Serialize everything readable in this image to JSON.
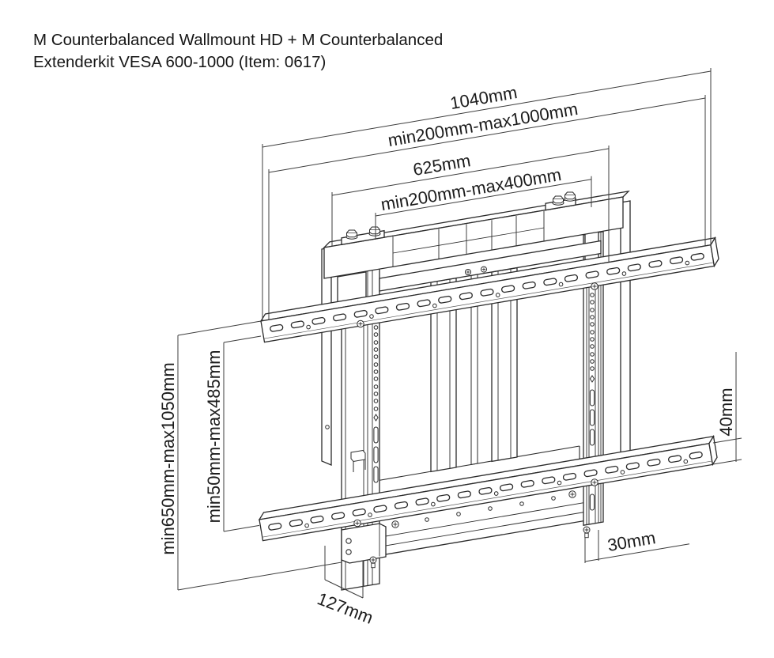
{
  "title": {
    "line1": "M Counterbalanced Wallmount HD + M Counterbalanced",
    "line2": "Extenderkit VESA 600-1000 (Item: 0617)"
  },
  "dimensions": {
    "total_width": "1040mm",
    "wall_hole_width_range": "min200mm-max1000mm",
    "bracket_width": "625mm",
    "inner_width_range": "min200mm-max400mm",
    "mount_height_range": "min650mm-max1050mm",
    "lower_height_range": "min50mm-max485mm",
    "rail_height": "40mm",
    "side_offset": "30mm",
    "depth": "127mm"
  },
  "colors": {
    "line": "#2b2b2b",
    "dim_line": "#3c3c3c",
    "text": "#1b1b1b",
    "background": "#ffffff"
  }
}
